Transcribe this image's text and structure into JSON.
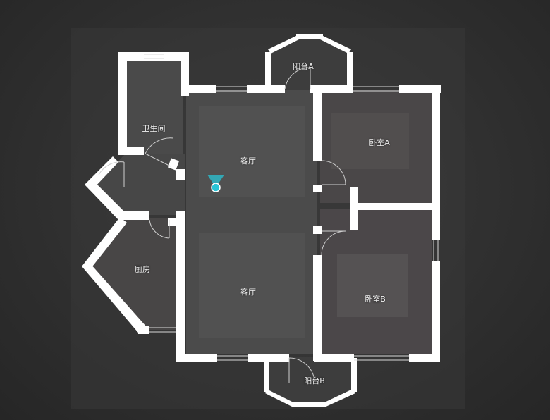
{
  "floorplan": {
    "rooms": [
      {
        "id": "balcony-a",
        "label": "阳台A"
      },
      {
        "id": "bathroom",
        "label": "卫生间"
      },
      {
        "id": "living-room-north",
        "label": "客厅"
      },
      {
        "id": "bedroom-a",
        "label": "卧室A"
      },
      {
        "id": "kitchen",
        "label": "厨房"
      },
      {
        "id": "living-room-south",
        "label": "客厅"
      },
      {
        "id": "bedroom-b",
        "label": "卧室B"
      },
      {
        "id": "balcony-b",
        "label": "阳台B"
      }
    ],
    "viewer": {
      "icon": "camera-position-icon",
      "accent_color": "#29c4d6"
    }
  },
  "colors": {
    "wall": "#ffffff",
    "floor": "#4a4a4a",
    "background": "#2e2e2e"
  }
}
